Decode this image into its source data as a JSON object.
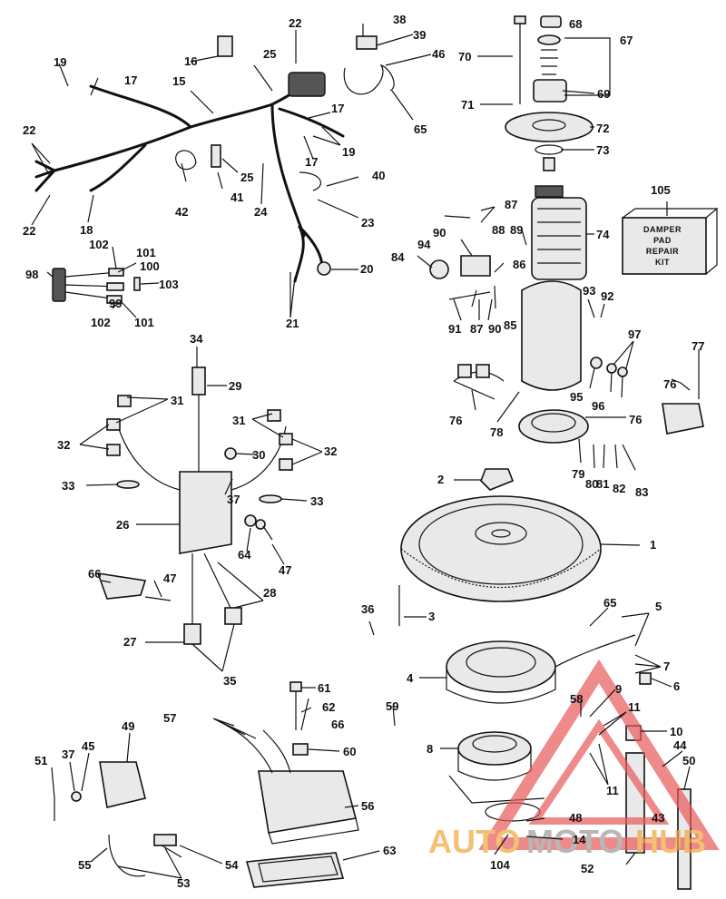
{
  "labels": [
    "1",
    "2",
    "3",
    "4",
    "5",
    "6",
    "7",
    "8",
    "9",
    "10",
    "11",
    "14",
    "15",
    "16",
    "17",
    "18",
    "19",
    "20",
    "21",
    "22",
    "23",
    "24",
    "25",
    "26",
    "27",
    "28",
    "29",
    "30",
    "31",
    "32",
    "33",
    "34",
    "35",
    "36",
    "37",
    "38",
    "39",
    "40",
    "41",
    "42",
    "43",
    "44",
    "45",
    "46",
    "47",
    "48",
    "49",
    "50",
    "51",
    "52",
    "53",
    "54",
    "55",
    "56",
    "57",
    "58",
    "59",
    "60",
    "61",
    "62",
    "63",
    "64",
    "65",
    "66",
    "67",
    "68",
    "69",
    "70",
    "71",
    "72",
    "73",
    "74",
    "76",
    "77",
    "78",
    "79",
    "80",
    "81",
    "82",
    "83",
    "84",
    "85",
    "86",
    "87",
    "88",
    "89",
    "90",
    "91",
    "92",
    "93",
    "94",
    "95",
    "96",
    "97",
    "98",
    "99",
    "100",
    "101",
    "102",
    "103",
    "104",
    "105"
  ],
  "repair_kit": {
    "lines": [
      "DAMPER",
      "PAD",
      "REPAIR",
      "KIT"
    ]
  },
  "watermark": {
    "part1": "AUTO",
    "part2": "MOTO",
    "part3": "HUB",
    "color_orange": "#f0a63a",
    "color_grey": "#9a9a9a",
    "color_red": "#e85a5a"
  }
}
